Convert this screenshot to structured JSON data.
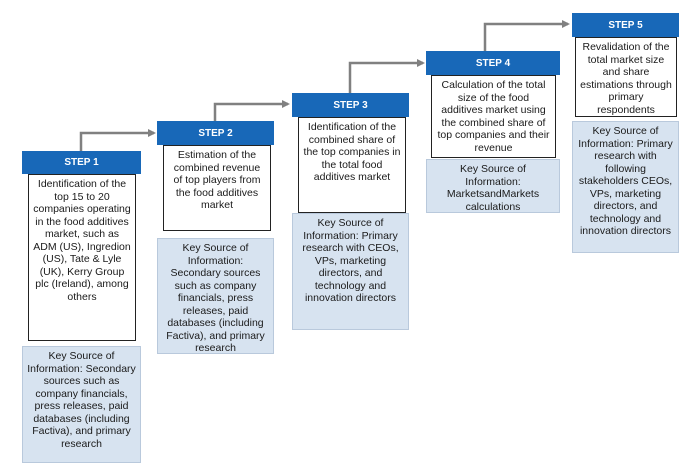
{
  "colors": {
    "header_bg": "#1868b8",
    "source_bg": "#d7e3f0",
    "connector": "#808080"
  },
  "steps": [
    {
      "label": "STEP 1",
      "description": "Identification of the top 15 to 20 companies operating in the food additives market, such as ADM (US), Ingredion (US), Tate & Lyle (UK), Kerry Group plc (Ireland), among others",
      "source": "Key Source of Information: Secondary sources such as company financials, press releases, paid databases (including Factiva), and primary research"
    },
    {
      "label": "STEP 2",
      "description": "Estimation of the combined revenue of top players from the food additives market",
      "source": "Key Source of Information: Secondary sources such as company financials, press releases, paid databases (including Factiva), and primary research"
    },
    {
      "label": "STEP 3",
      "description": "Identification of the combined share of the top companies in the total food additives market",
      "source": "Key Source of Information: Primary research with CEOs, VPs, marketing directors, and technology and innovation directors"
    },
    {
      "label": "STEP 4",
      "description": "Calculation of the total size of the food additives market using the combined share of top companies and their revenue",
      "source": "Key Source of Information: MarketsandMarkets calculations"
    },
    {
      "label": "STEP 5",
      "description": "Revalidation of the total market size and share estimations through primary respondents",
      "source": "Key Source of Information: Primary research with following stakeholders CEOs, VPs, marketing directors, and technology and innovation directors"
    }
  ]
}
